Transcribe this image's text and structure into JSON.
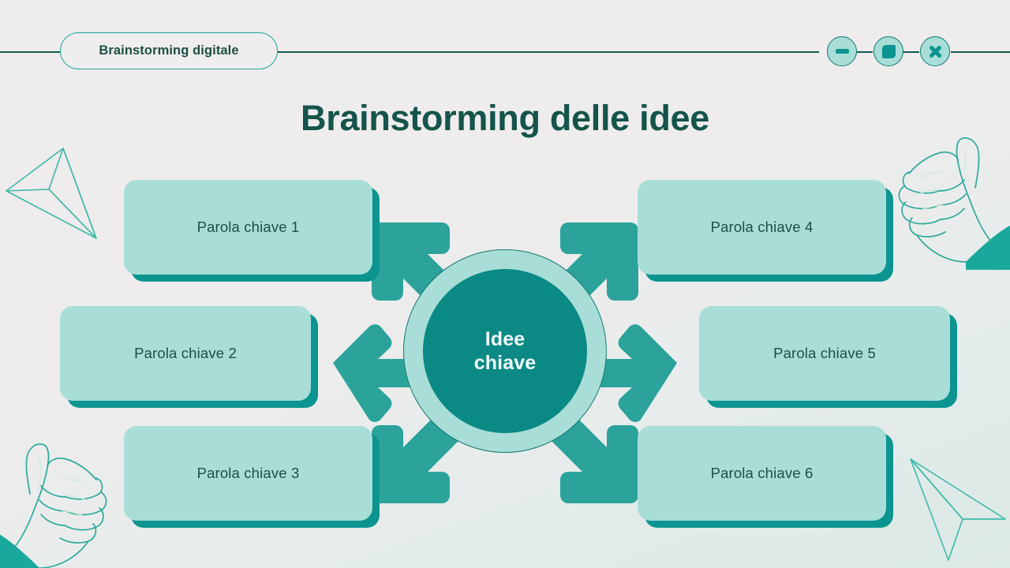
{
  "window": {
    "tab_label": "Brainstorming digitale",
    "controls": [
      {
        "name": "minimize-button",
        "icon": "minimize-icon"
      },
      {
        "name": "maximize-button",
        "icon": "maximize-icon"
      },
      {
        "name": "close-button",
        "icon": "close-icon"
      }
    ]
  },
  "slide": {
    "title": "Brainstorming delle idee",
    "hub": {
      "line1": "Idee",
      "line2": "chiave"
    },
    "nodes": [
      {
        "label": "Parola chiave 1"
      },
      {
        "label": "Parola chiave 2"
      },
      {
        "label": "Parola chiave 3"
      },
      {
        "label": "Parola chiave 4"
      },
      {
        "label": "Parola chiave 5"
      },
      {
        "label": "Parola chiave 6"
      }
    ],
    "decorations": [
      {
        "name": "paper-plane-icon",
        "position": "top-left"
      },
      {
        "name": "thumbs-up-icon",
        "position": "top-right"
      },
      {
        "name": "thumbs-up-icon",
        "position": "bottom-left"
      },
      {
        "name": "paper-plane-icon",
        "position": "bottom-right"
      }
    ]
  },
  "colors": {
    "background_top": "#eeecec",
    "background_bottom": "#dbe9e7",
    "accent_dark": "#14544a",
    "accent_teal": "#0b8a85",
    "accent_mid": "#2ba39b",
    "node_fill": "#a8ded7",
    "node_shadow": "#0b9490",
    "outline": "#3fb9a8"
  }
}
